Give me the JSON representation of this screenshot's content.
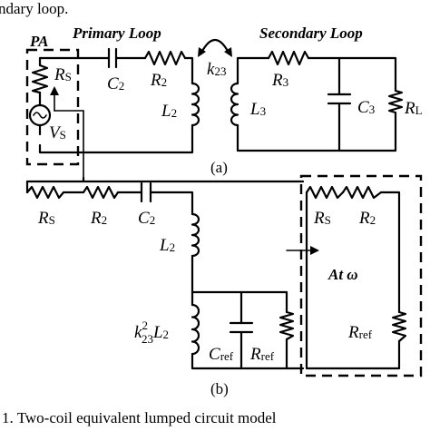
{
  "top_caption_fragment": "ndary loop.",
  "bottom_caption": "1. Two-coil equivalent lumped circuit model",
  "circuit_a": {
    "tag": "(a)",
    "pa_label": "PA",
    "primary_loop_label": "Primary Loop",
    "secondary_loop_label": "Secondary Loop",
    "coupling_label": "k",
    "coupling_sub": "23",
    "rs": {
      "main": "R",
      "sub": "S"
    },
    "vs": {
      "main": "V",
      "sub": "S"
    },
    "c2": {
      "main": "C",
      "sub": "2"
    },
    "r2": {
      "main": "R",
      "sub": "2"
    },
    "l2": {
      "main": "L",
      "sub": "2"
    },
    "l3": {
      "main": "L",
      "sub": "3"
    },
    "r3": {
      "main": "R",
      "sub": "3"
    },
    "c3": {
      "main": "C",
      "sub": "3"
    },
    "rl": {
      "main": "R",
      "sub": "L"
    }
  },
  "circuit_b": {
    "tag": "(b)",
    "rs": {
      "main": "R",
      "sub": "S"
    },
    "r2": {
      "main": "R",
      "sub": "2"
    },
    "c2": {
      "main": "C",
      "sub": "2"
    },
    "l2": {
      "main": "L",
      "sub": "2"
    },
    "k_l2": {
      "k": "k",
      "sup": "2",
      "sub": "23",
      "l": "L",
      "lsub": "2"
    },
    "cref": {
      "main": "C",
      "sub": "ref"
    },
    "rref": {
      "main": "R",
      "sub": "ref"
    },
    "inset_title": "At ω",
    "inset_rs": {
      "main": "R",
      "sub": "S"
    },
    "inset_r2": {
      "main": "R",
      "sub": "2"
    },
    "inset_rref": {
      "main": "R",
      "sub": "ref"
    }
  }
}
